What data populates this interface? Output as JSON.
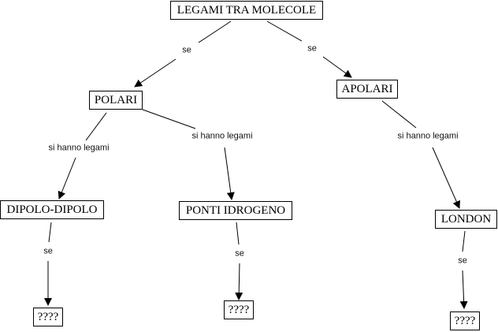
{
  "diagram": {
    "title": "LEGAMI TRA MOLECOLE",
    "nodes": {
      "root": "LEGAMI TRA MOLECOLE",
      "polari": "POLARI",
      "apolari": "APOLARI",
      "dipolo": "DIPOLO-DIPOLO",
      "ponti": "PONTI IDROGENO",
      "london": "LONDON",
      "unknown1": "????",
      "unknown2": "????",
      "unknown3": "????"
    },
    "links": {
      "root_polari": "se",
      "root_apolari": "se",
      "polari_dipolo": "si hanno legami",
      "polari_ponti": "si hanno legami",
      "apolari_london": "si hanno legami",
      "dipolo_unknown1": "se",
      "ponti_unknown2": "se",
      "london_unknown3": "se"
    },
    "colors": {
      "stroke": "#000000",
      "background": "#ffffff"
    }
  }
}
